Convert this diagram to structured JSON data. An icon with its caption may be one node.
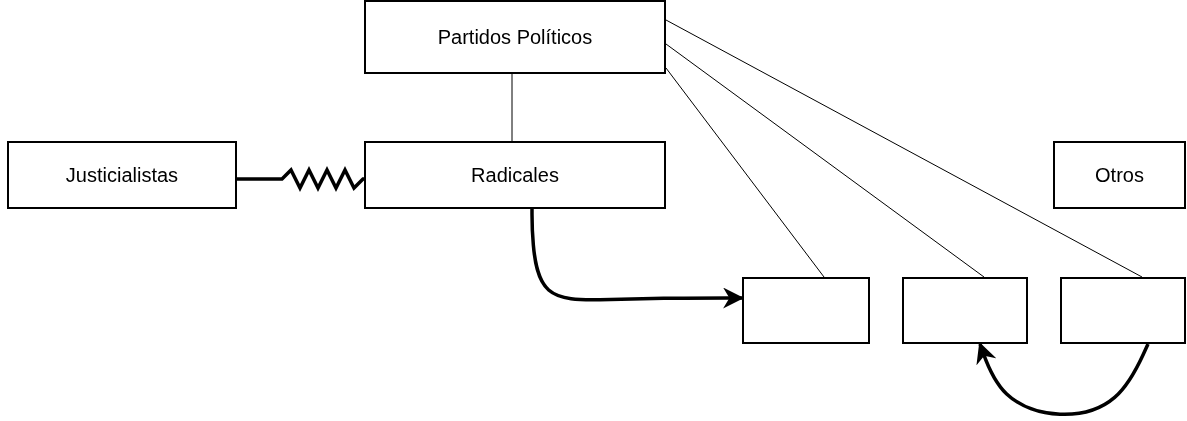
{
  "diagram": {
    "nodes": [
      {
        "text": [
          "Partidos Políticos"
        ]
      },
      {
        "text": [
          "Justicialistas"
        ]
      },
      {
        "text": [
          "Radicales"
        ]
      },
      {
        "text": [
          "Otros"
        ]
      },
      {
        "text": [],
        "shape": "box"
      },
      {
        "text": [],
        "shape": "box"
      },
      {
        "text": [],
        "shape": "box"
      }
    ],
    "edges": [
      {
        "from": 0,
        "to": 2,
        "arrow": "none"
      },
      {
        "from": 1,
        "to": 2,
        "arrow": "none",
        "style": "thick"
      },
      {
        "from": 0,
        "to": 4,
        "arrow": "none"
      },
      {
        "from": 0,
        "to": 5,
        "arrow": "none"
      },
      {
        "from": 0,
        "to": 6,
        "arrow": "none"
      },
      {
        "from": 2,
        "to": 4,
        "arrow": "to",
        "style": "thick"
      },
      {
        "from": 6,
        "to": 5,
        "arrow": "to",
        "style": "thick"
      }
    ]
  }
}
